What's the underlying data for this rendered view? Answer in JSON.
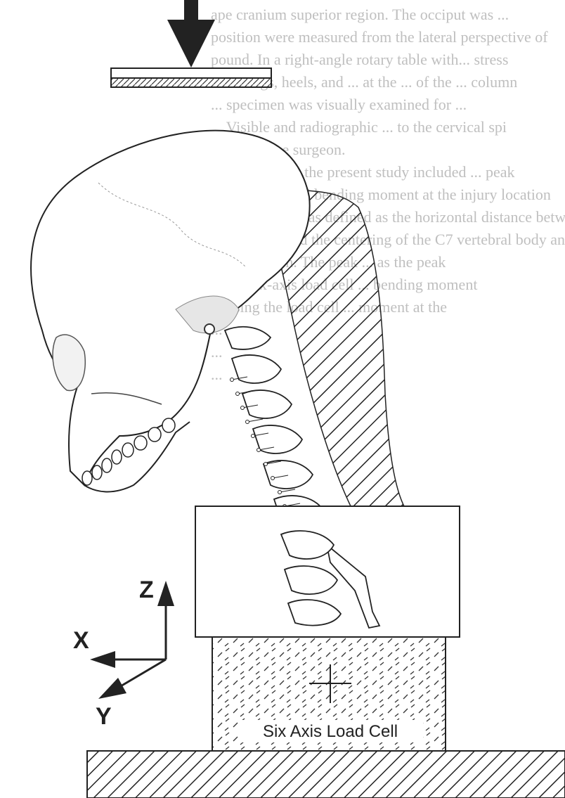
{
  "background_text": [
    "ape cranium superior region. The occiput was ...",
    "position were measured from the lateral perspective of",
    "pound. In a right-angle rotary table with... stress",
    "metal legs, heels, and ...  at the ... of the ... column",
    "... specimen was visually examined for ...",
    "... Visible and radiographic ... to the cervical spi",
    "... by a spine surgeon.",
    "... analyses for the present study included ... peak",
    "... force, sagittal bending moment at the injury location",
    "... posteriorly was defined as the horizontal distance betw",
    "... condyles and the centering of the C7 vertebral body and",
    "... radiograph. The peak ... as the peak",
    "... the six-axis load cell ... bending moment",
    "... using the load cell ... moment at the",
    "...",
    "...",
    "..."
  ],
  "axes": {
    "z_label": "Z",
    "x_label": "X",
    "y_label": "Y"
  },
  "load_cell": {
    "label": "Six Axis Load Cell"
  },
  "colors": {
    "ink": "#222222",
    "text_ghost": "#bfbfbf",
    "bone_shade": "#e6e6e6",
    "paper": "#ffffff"
  },
  "icons": {
    "load_arrow": "down-arrow-icon"
  }
}
